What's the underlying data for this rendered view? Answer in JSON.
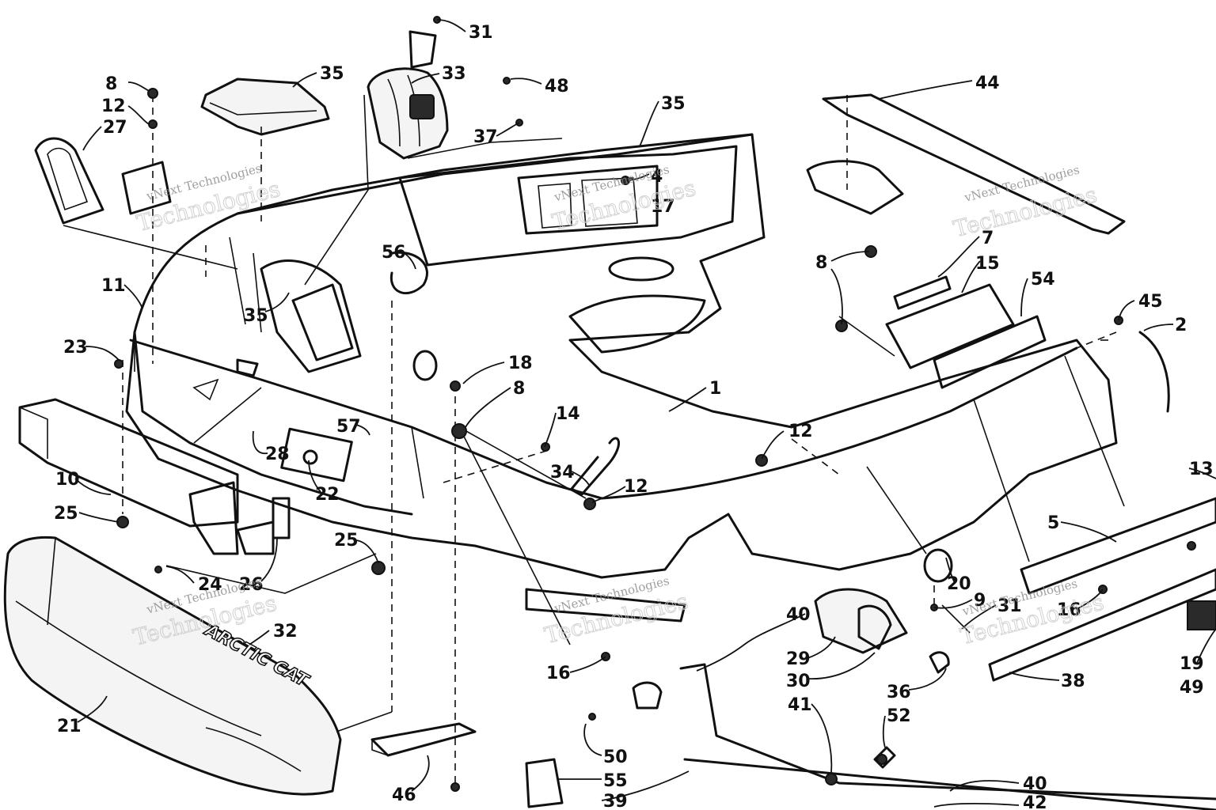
{
  "diagram": {
    "callouts": [
      "31",
      "33",
      "48",
      "35",
      "8",
      "12",
      "27",
      "37",
      "35",
      "4",
      "17",
      "44",
      "56",
      "11",
      "35",
      "7",
      "15",
      "8",
      "54",
      "23",
      "18",
      "8",
      "1",
      "45",
      "2",
      "14",
      "57",
      "12",
      "28",
      "34",
      "12",
      "10",
      "25",
      "22",
      "25",
      "24",
      "26",
      "5",
      "13",
      "20",
      "9",
      "31",
      "40",
      "16",
      "16",
      "32",
      "29",
      "30",
      "36",
      "19",
      "49",
      "38",
      "41",
      "52",
      "21",
      "50",
      "55",
      "39",
      "46",
      "40",
      "42"
    ],
    "watermarks": [
      {
        "brand": "vNext",
        "line1": "vNext Technologies",
        "line2": "Technologies"
      },
      {
        "brand": "vNext",
        "line1": "vNext Technologies",
        "line2": "Technologies"
      },
      {
        "brand": "vNext",
        "line1": "vNext Technologies",
        "line2": "Technologies"
      },
      {
        "brand": "vNext",
        "line1": "vNext Technologies",
        "line2": "Technologies"
      },
      {
        "brand": "vNext",
        "line1": "vNext Technologies",
        "line2": "Technologies"
      },
      {
        "brand": "vNext",
        "line1": "vNext Technologies",
        "line2": "Technologies"
      }
    ],
    "logo_text": "ARCTIC CAT"
  }
}
